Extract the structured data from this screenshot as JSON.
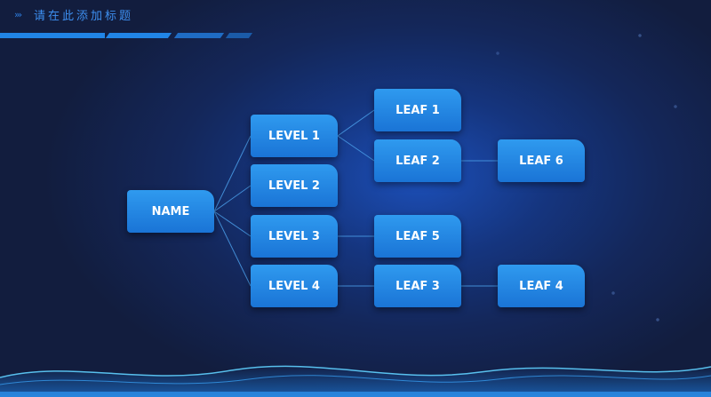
{
  "header": {
    "chevrons": "›››",
    "title": "请在此添加标题"
  },
  "diagram": {
    "root": "NAME",
    "levels": [
      "LEVEL 1",
      "LEVEL 2",
      "LEVEL 3",
      "LEVEL 4"
    ],
    "leaves": {
      "leaf1": "LEAF 1",
      "leaf2": "LEAF 2",
      "leaf3": "LEAF 3",
      "leaf4": "LEAF 4",
      "leaf5": "LEAF 5",
      "leaf6": "LEAF 6"
    },
    "connections": [
      [
        "NAME",
        "LEVEL 1"
      ],
      [
        "NAME",
        "LEVEL 2"
      ],
      [
        "NAME",
        "LEVEL 3"
      ],
      [
        "NAME",
        "LEVEL 4"
      ],
      [
        "LEVEL 1",
        "LEAF 1"
      ],
      [
        "LEVEL 1",
        "LEAF 2"
      ],
      [
        "LEAF 2",
        "LEAF 6"
      ],
      [
        "LEVEL 3",
        "LEAF 5"
      ],
      [
        "LEVEL 4",
        "LEAF 3"
      ],
      [
        "LEAF 3",
        "LEAF 4"
      ]
    ]
  },
  "colors": {
    "accent": "#2185e6",
    "node": "#1f80e0",
    "background": "#14275a",
    "line": "#4a9de8"
  }
}
